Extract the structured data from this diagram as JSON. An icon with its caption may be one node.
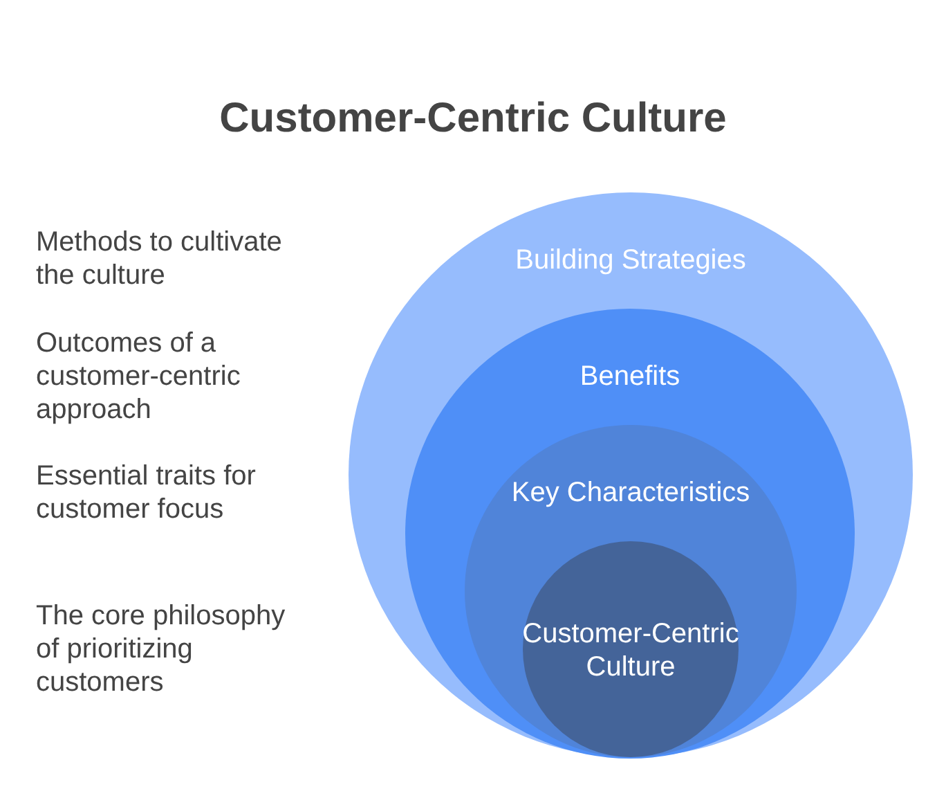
{
  "diagram": {
    "title": "Customer-Centric Culture",
    "nodes": [
      {
        "text": [
          "Building Strategies"
        ]
      },
      {
        "text": [
          "Benefits"
        ],
        "in": 0
      },
      {
        "text": [
          "Key Characteristics"
        ],
        "in": 1
      },
      {
        "text": [
          "Customer-Centric Culture"
        ],
        "in": 2
      }
    ],
    "edges": [],
    "labels": [
      "Methods to cultivate the culture",
      "Outcomes of a customer-centric approach",
      "Essential traits for customer focus",
      "The core philosophy of prioritizing customers"
    ]
  }
}
